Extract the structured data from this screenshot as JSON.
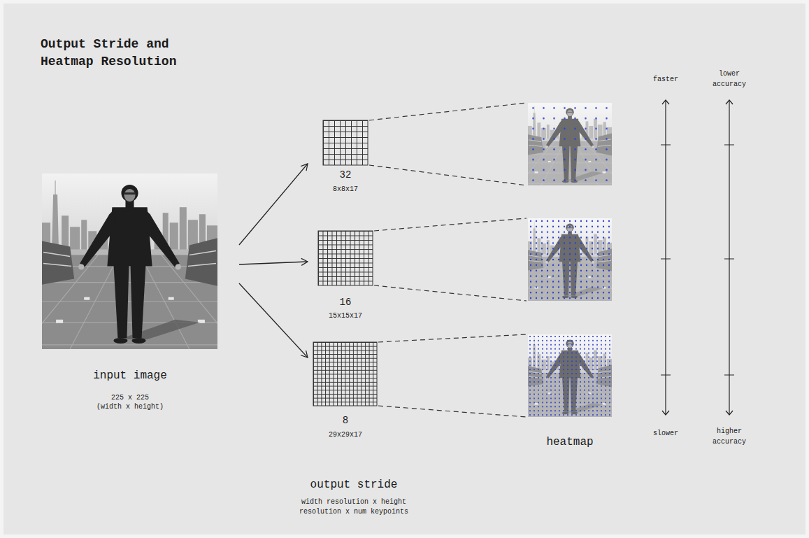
{
  "diagram": {
    "title": "Output Stride and Heatmap Resolution",
    "nodes": [
      {
        "text": [
          "input image",
          "225 x 225",
          "(width x height)"
        ]
      },
      {
        "text": [
          "32",
          "8x8x17"
        ]
      },
      {
        "text": [
          "16",
          "15x15x17"
        ]
      },
      {
        "text": [
          "8",
          "29x29x17"
        ]
      }
    ],
    "edges": [
      {
        "from": 0,
        "to": 1,
        "arrow": "to"
      },
      {
        "from": 0,
        "to": 2,
        "arrow": "to"
      },
      {
        "from": 0,
        "to": 3,
        "arrow": "to"
      }
    ],
    "labels": [
      "output stride",
      "width resolution x height resolution x num keypoints",
      "heatmap",
      "faster",
      "slower",
      "lower accuracy",
      "higher accuracy"
    ]
  }
}
